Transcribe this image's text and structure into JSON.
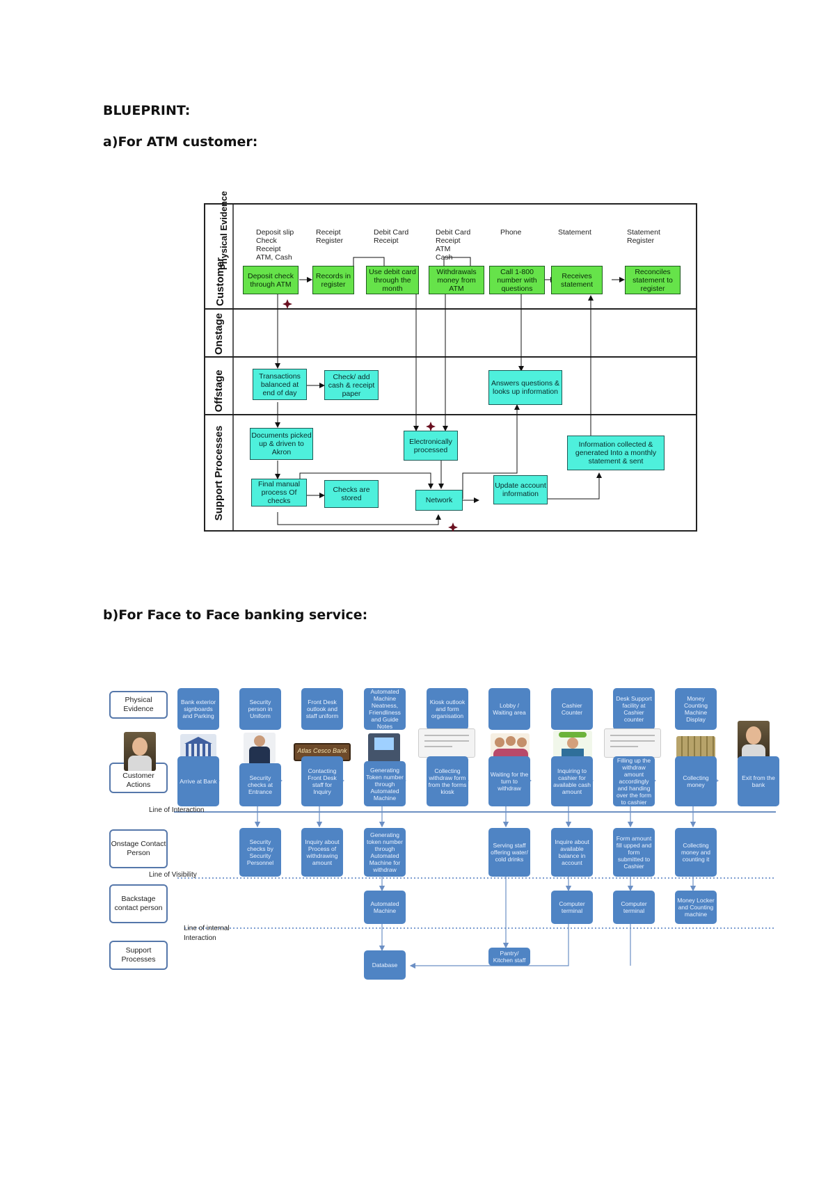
{
  "heading_blueprint": "BLUEPRINT:",
  "heading_a": "a)For ATM customer:",
  "heading_b": "b)For Face to Face banking service:",
  "atm": {
    "lanes": {
      "physical_evidence": "Physical Evidence",
      "customer": "Customer",
      "onstage": "Onstage",
      "offstage": "Offstage",
      "support": "Support Processes"
    },
    "evidence": [
      "Deposit slip\nCheck\nReceipt\nATM, Cash",
      "Receipt\nRegister",
      "Debit Card\nReceipt",
      "Debit Card\nReceipt\n      ATM\n      Cash",
      "Phone",
      "Statement",
      "Statement\nRegister"
    ],
    "customer_actions": [
      "Deposit check through ATM",
      "Records in register",
      "Use debit card through the month",
      "Withdrawals money from ATM",
      "Call 1-800 number with questions",
      "Receives statement",
      "Reconciles statement to register"
    ],
    "offstage": [
      "Transactions balanced at end of day",
      "Check/ add cash & receipt paper",
      "Answers questions & looks up information"
    ],
    "support": {
      "documents": "Documents picked up & driven to Akron",
      "electronic": "Electronically processed",
      "info": "Information collected & generated Into a monthly statement & sent",
      "final": "Final manual process Of checks",
      "stored": "Checks are stored",
      "network": "Network",
      "update": "Update account information"
    }
  },
  "f2f": {
    "row_labels": {
      "physical": "Physical Evidence",
      "customer": "Customer Actions",
      "onstage": "Onstage Contact Person",
      "backstage": "Backstage contact person",
      "support": "Support Processes"
    },
    "line_interaction": "Line of Interaction",
    "line_visibility": "Line of Visibility",
    "line_internal": "Line of internal Interaction",
    "evidence": [
      "Bank exterior signboards and Parking",
      "Security person in Uniform",
      "Front Desk outlook and staff uniform",
      "Automated Machine Neatness, Friendliness and Guide Notes",
      "Kiosk outlook and form organisation",
      "Lobby / Waiting area",
      "Cashier Counter",
      "Desk Support facility at Cashier counter",
      "Money Counting Machine Display"
    ],
    "actions": [
      "Arrive at Bank",
      "Security checks at Entrance",
      "Contacting Front Desk staff for Inquiry",
      "Generating Token number through Automated Machine",
      "Collecting withdraw form from the forms kiosk",
      "Waiting for the turn to withdraw",
      "Inquiring to cashier for available cash amount",
      "Filling up the withdraw amount accordingly and handing over the form to cashier",
      "Collecting money",
      "Exit from the bank"
    ],
    "onstage": [
      "Security checks by Security Personnel",
      "Inquiry about Process of withdrawing amount",
      "Generating token number through Automated Machine for withdraw",
      "Serving staff offering water/ cold drinks",
      "Inquire about available balance in account",
      "Form amount fill upped and form submitted to Cashier",
      "Collecting money and counting it"
    ],
    "backstage": [
      "Automated Machine",
      "Computer terminal",
      "Computer terminal",
      "Money Locker and Counting machine"
    ],
    "support": [
      "Database",
      "Pantry/ Kitchen staff"
    ],
    "bank_sign": "Atlas Cesco Bank"
  }
}
